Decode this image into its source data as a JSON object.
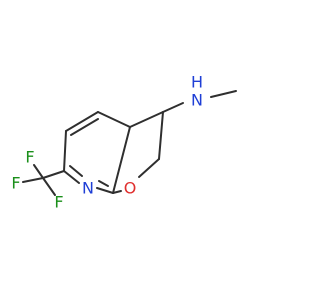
{
  "colors": {
    "background": "#ffffff",
    "bond": "#2f2f2f",
    "carbon_label": "#2f2f2f",
    "nitrogen": "#1f3fd6",
    "oxygen": "#e0302f",
    "fluorine": "#1a8f1a"
  },
  "atoms": {
    "n_amine": {
      "element": "N",
      "label": "N"
    },
    "h_amine": {
      "element": "H",
      "label": "H"
    },
    "n_ring": {
      "element": "N",
      "label": "N"
    },
    "o_ring": {
      "element": "O",
      "label": "O"
    },
    "f1": {
      "element": "F",
      "label": "F"
    },
    "f2": {
      "element": "F",
      "label": "F"
    },
    "f3": {
      "element": "F",
      "label": "F"
    }
  }
}
